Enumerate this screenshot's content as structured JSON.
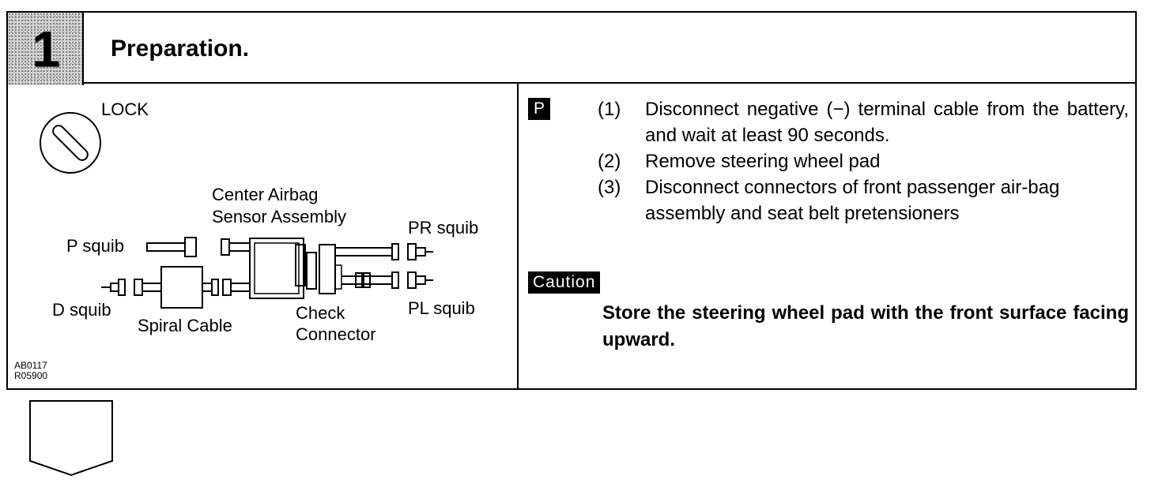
{
  "header": {
    "step_number": "1",
    "title": "Preparation."
  },
  "figure": {
    "lock_label": "LOCK",
    "center_sensor_label_line1": "Center Airbag",
    "center_sensor_label_line2": "Sensor Assembly",
    "pr_squib_label": "PR squib",
    "p_squib_label": "P squib",
    "d_squib_label": "D squib",
    "spiral_cable_label": "Spiral Cable",
    "check_connector_label_line1": "Check",
    "check_connector_label_line2": "Connector",
    "pl_squib_label": "PL squib",
    "figure_code_line1": "AB0117",
    "figure_code_line2": "R05900"
  },
  "instructions": {
    "tag": "P",
    "steps": [
      {
        "num": "(1)",
        "text": "Disconnect negative (−) terminal cable from the battery, and wait at least 90 seconds."
      },
      {
        "num": "(2)",
        "text": "Remove steering wheel pad"
      },
      {
        "num": "(3)",
        "text": "Disconnect connectors of front passenger air-bag assembly and seat belt pretensioners"
      }
    ]
  },
  "caution": {
    "tag": "Caution",
    "text": "Store the steering wheel pad with the front surface facing upward."
  }
}
